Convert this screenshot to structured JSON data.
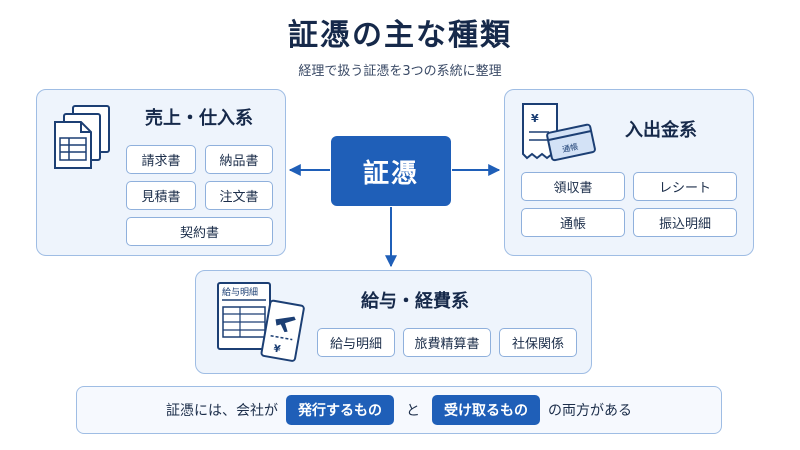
{
  "title": "証憑の主な種類",
  "subtitle": "経理で扱う証憑を3つの系統に整理",
  "center": {
    "label": "証憑"
  },
  "sales": {
    "title": "売上・仕入系",
    "items": [
      "請求書",
      "納品書",
      "見積書",
      "注文書",
      "契約書"
    ]
  },
  "cash": {
    "title": "入出金系",
    "card_label": "通帳",
    "items": [
      "領収書",
      "レシート",
      "通帳",
      "振込明細"
    ]
  },
  "payroll": {
    "title": "給与・経費系",
    "doc_label": "給与明細",
    "items": [
      "給与明細",
      "旅費精算書",
      "社保関係"
    ]
  },
  "summary": {
    "prefix": "証憑には、会社が",
    "highlight1": "発行するもの",
    "middle": "と",
    "highlight2": "受け取るもの",
    "suffix": "の両方がある"
  },
  "colors": {
    "accent": "#1f5fb8",
    "panel_bg": "#eef4fc",
    "panel_border": "#9fbde4"
  }
}
